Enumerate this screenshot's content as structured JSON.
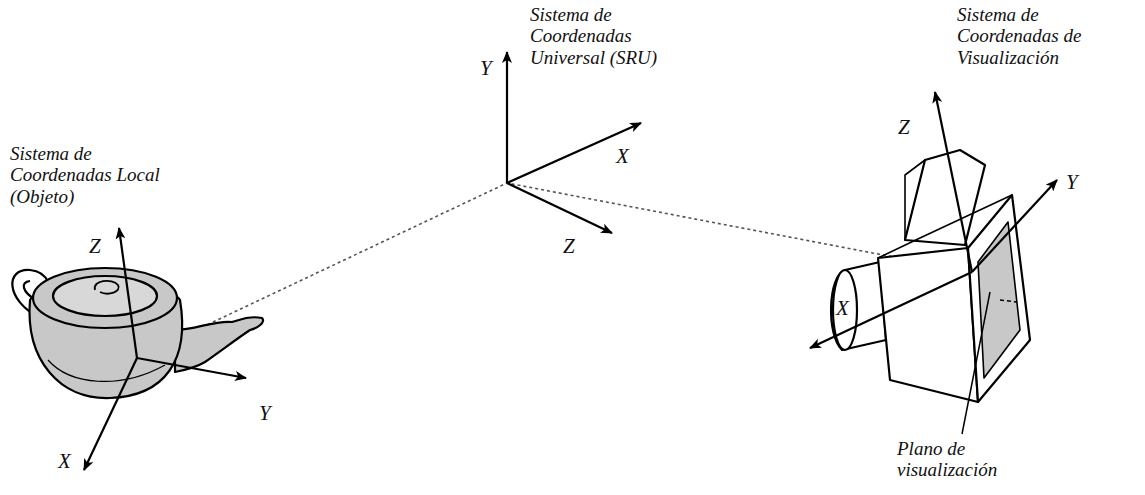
{
  "diagram": {
    "labels": [
      "Sistema de Coordenadas Universal (SRU)",
      "Y",
      "X",
      "Z",
      "Sistema de Coordenadas de Visualización",
      "Z",
      "Y",
      "X",
      "Plano de visualización",
      "Sistema de Coordenadas Local (Objeto)",
      "Z",
      "Y",
      "X"
    ]
  }
}
